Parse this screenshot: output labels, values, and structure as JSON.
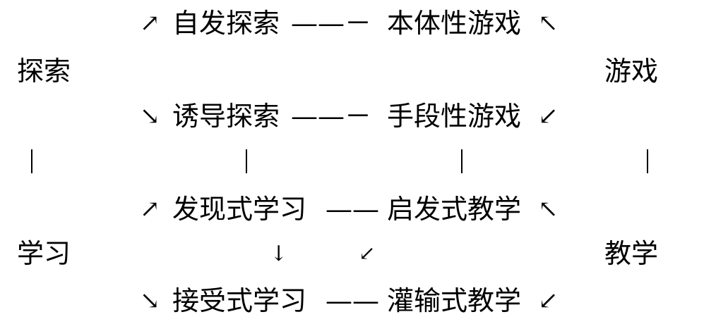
{
  "left": {
    "top": "探索",
    "bottom": "学习",
    "separator": "|"
  },
  "right": {
    "top": "游戏",
    "bottom": "教学",
    "separator": "|"
  },
  "rows": [
    {
      "arrow_left": "↗",
      "left": "自发探索",
      "dash": "——－",
      "right": "本体性游戏",
      "arrow_right": "↖"
    },
    {
      "arrow_left": "↘",
      "left": "诱导探索",
      "dash": "——－",
      "right": "手段性游戏",
      "arrow_right": "↙"
    },
    {
      "arrow_left": "↗",
      "left": "发现式学习",
      "dash": "——",
      "right": "启发式教学",
      "arrow_right": "↖"
    },
    {
      "arrow_left": "↘",
      "left": "接受式学习",
      "dash": "——",
      "right": "灌输式教学",
      "arrow_right": "↙"
    }
  ],
  "middle": {
    "sep_left": "|",
    "sep_right": "|",
    "arrow_down": "↓",
    "arrow_diag": "↙"
  }
}
